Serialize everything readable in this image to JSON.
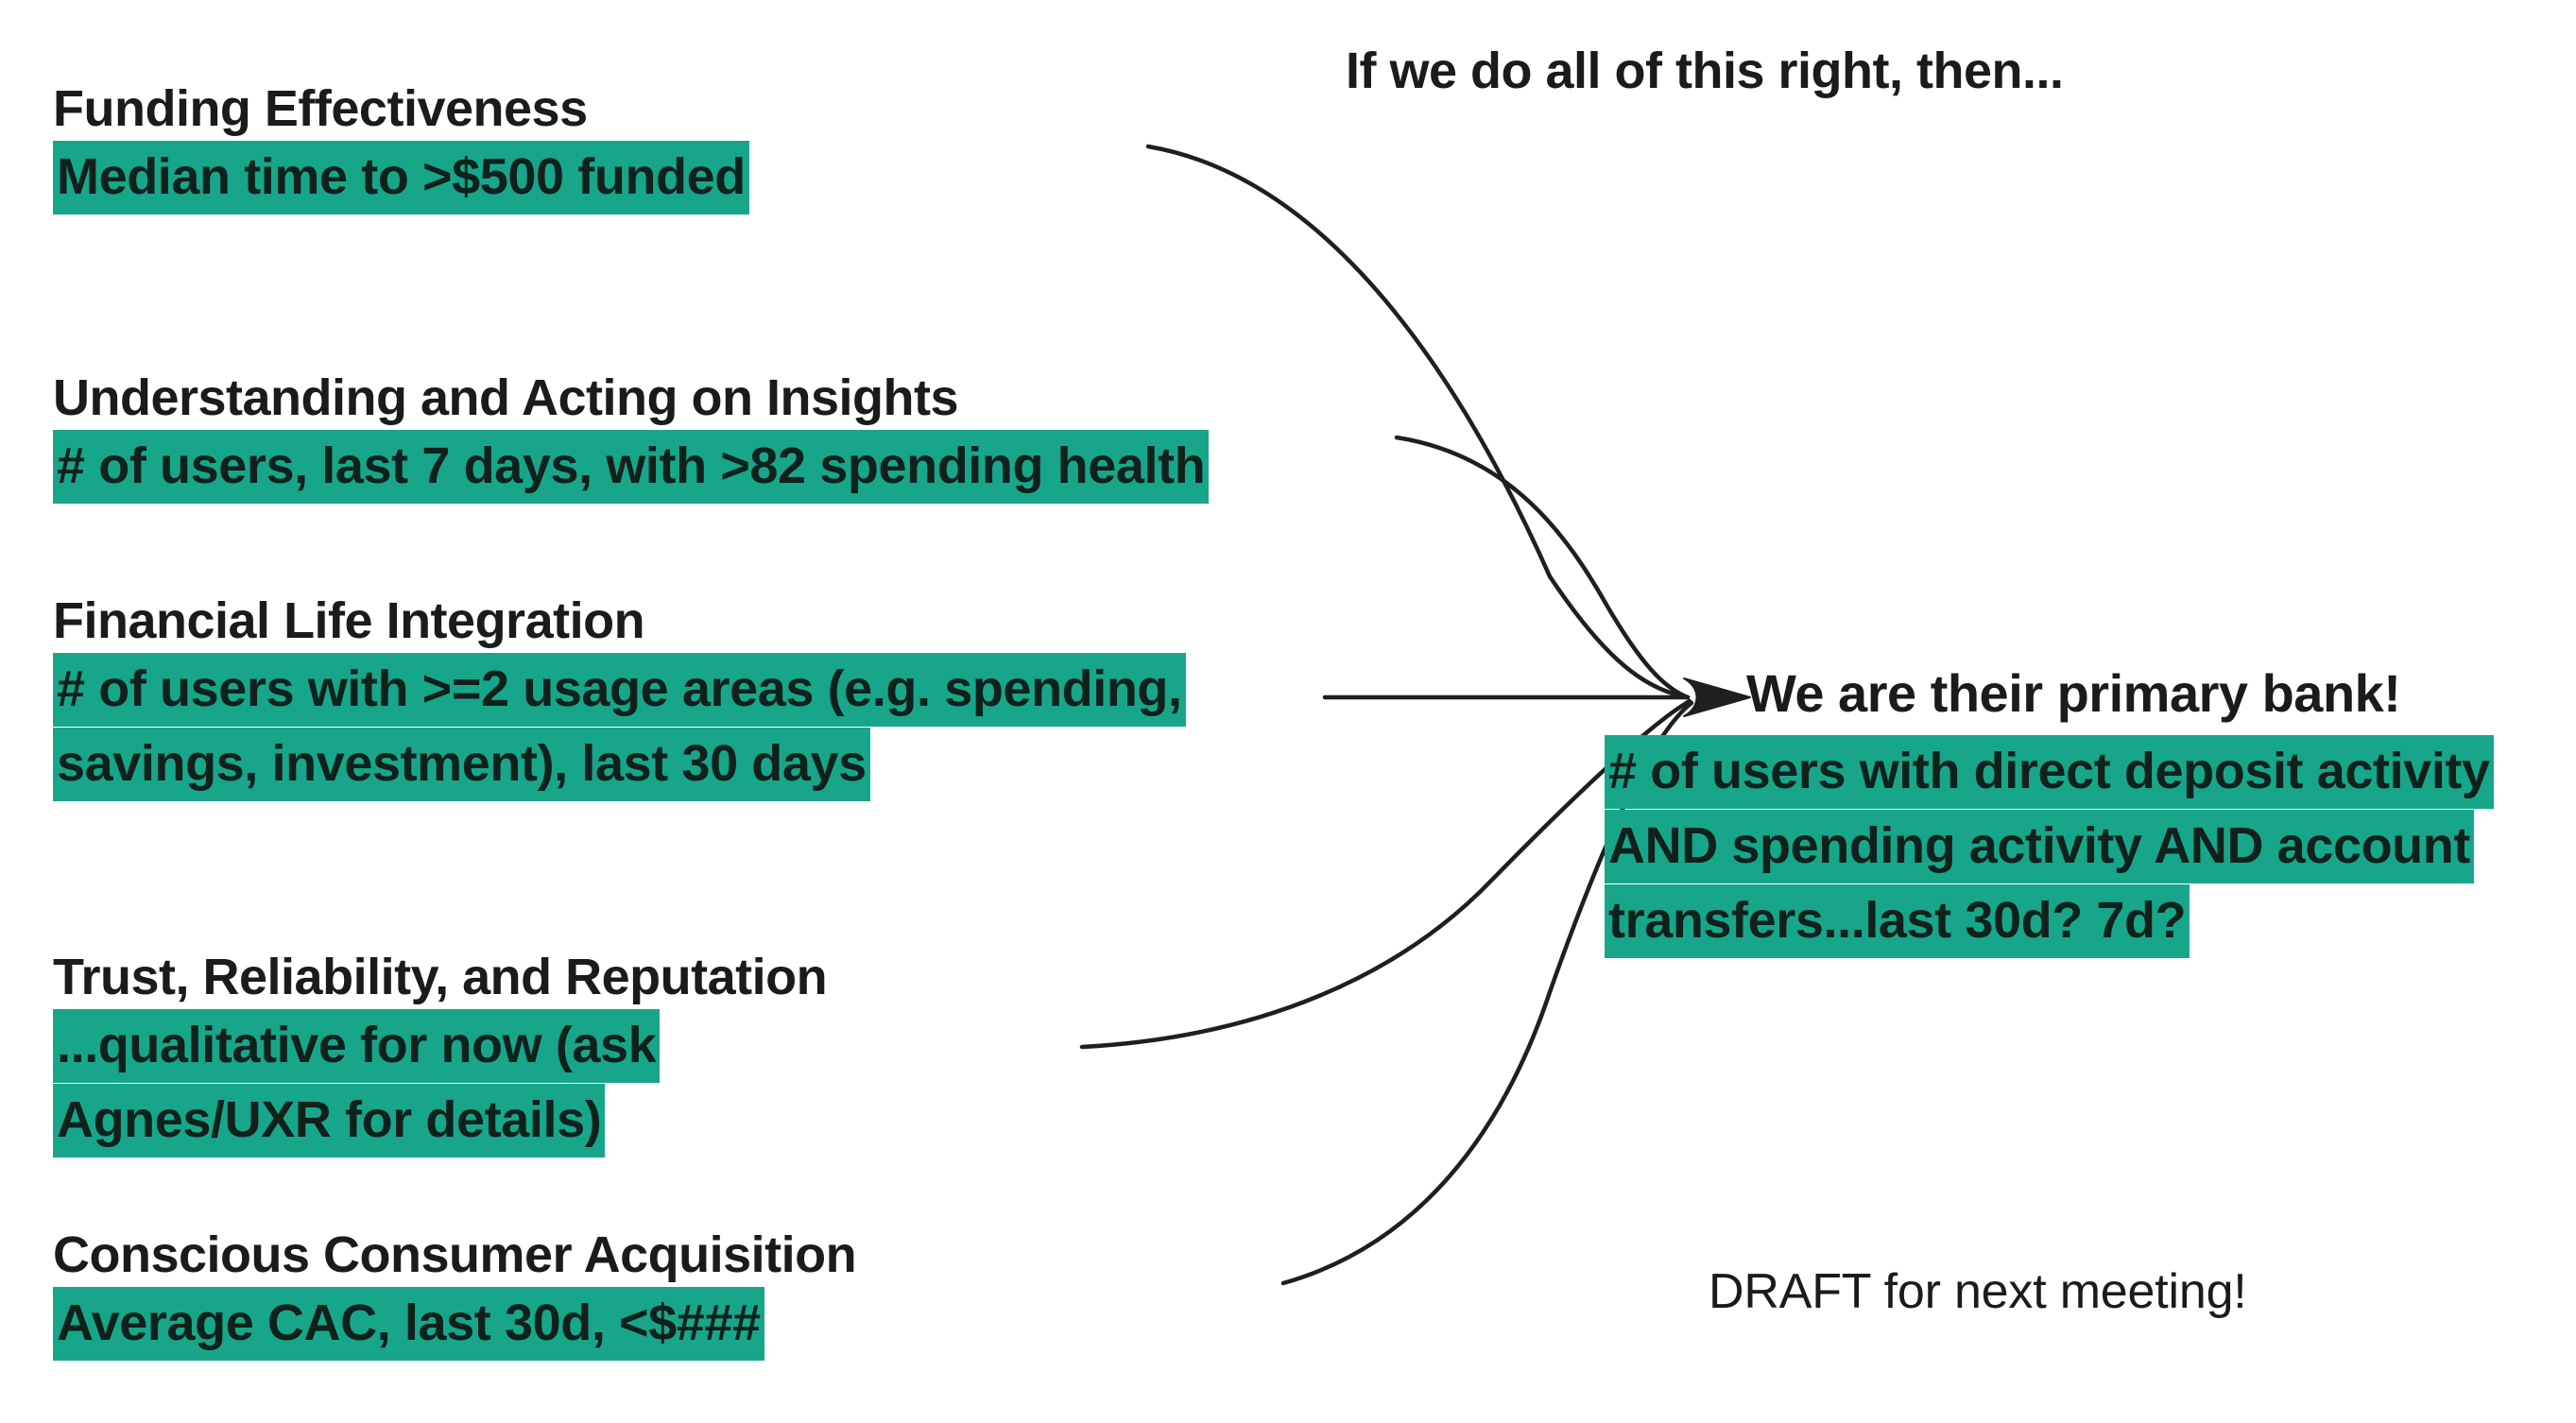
{
  "headline": "If we do all of this right, then...",
  "metrics": [
    {
      "id": "funding-effectiveness",
      "title": "Funding Effectiveness",
      "detail": "Median time to >$500 funded"
    },
    {
      "id": "understanding-and-acting-on-insights",
      "title": "Understanding and Acting on Insights",
      "detail": "# of users, last 7 days, with >82 spending health"
    },
    {
      "id": "financial-life-integration",
      "title": "Financial Life Integration",
      "detail": "# of users with >=2 usage areas (e.g. spending, savings, investment), last 30 days"
    },
    {
      "id": "trust-reliability-and-reputation",
      "title": "Trust, Reliability, and Reputation",
      "detail": "...qualitative for now (ask Agnes/UXR for details)"
    },
    {
      "id": "conscious-consumer-acquisition",
      "title": "Conscious Consumer Acquisition",
      "detail": "Average CAC, last 30d, <$###"
    }
  ],
  "outcome": {
    "title": "We are their primary bank!",
    "detail": "# of users with direct deposit activity AND spending activity AND account transfers...last 30d? 7d?"
  },
  "footnote": "DRAFT for next meeting!",
  "colors": {
    "highlight": "#17a68a",
    "text": "#1b1b1b",
    "highlight_text": "#10211c",
    "arrow": "#1f1f1f",
    "background": "#ffffff"
  }
}
